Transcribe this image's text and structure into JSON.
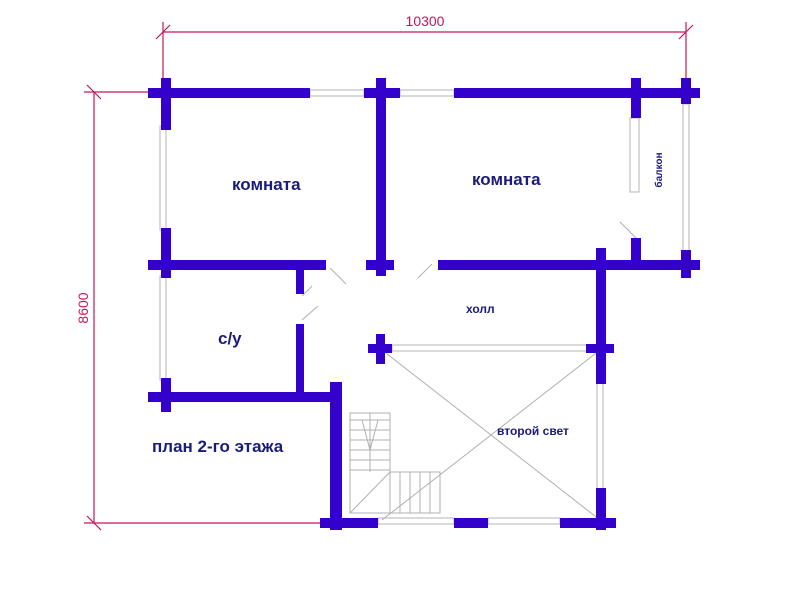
{
  "dimensions": {
    "width_label": "10300",
    "height_label": "8600"
  },
  "rooms": {
    "room_left": "комната",
    "room_right": "комната",
    "balcony": "балкон",
    "bathroom": "с/у",
    "hall": "холл",
    "second_light": "второй свет"
  },
  "plan_title": "план 2-го этажа",
  "colors": {
    "wall": "#3300cc",
    "dimension": "#c2185b",
    "window": "#b5b5b5"
  }
}
